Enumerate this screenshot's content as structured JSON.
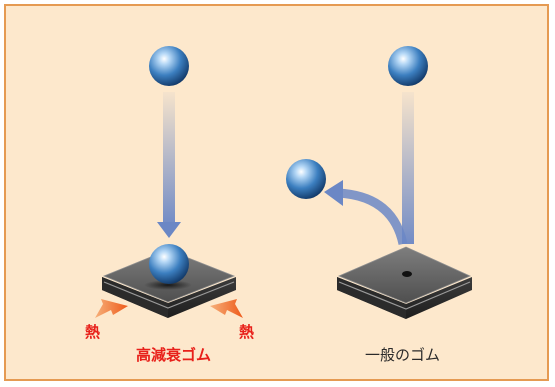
{
  "labels": {
    "high_damping_rubber": "高減衰ゴム",
    "heat_left": "熱",
    "heat_right": "熱",
    "ordinary_rubber": "一般のゴム"
  },
  "colors": {
    "border": "#e59a52",
    "background": "#fde8cc",
    "heat_text": "#e8201a",
    "heat_arrow": "#f06a22",
    "trajectory": "#6b87c5",
    "ball": "#3a78b8"
  }
}
